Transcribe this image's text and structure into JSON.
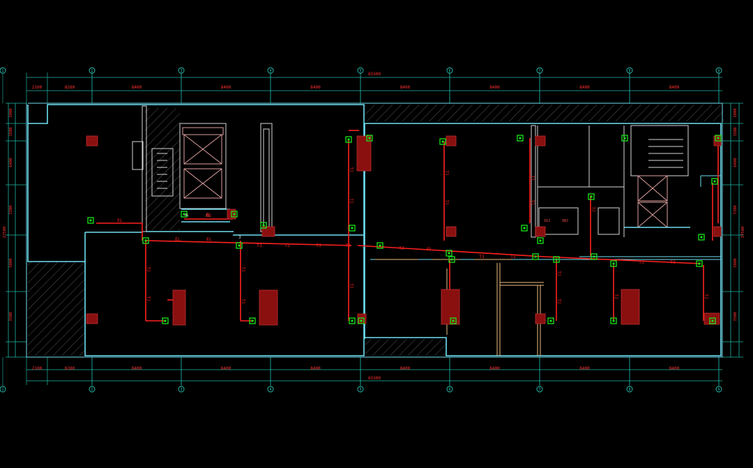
{
  "colors": {
    "background": "#000000",
    "dimension_line": "#1fb8a8",
    "dimension_text": "#ff3333",
    "axis_bubble": "#27c8b8",
    "wall": "#6fe0f2",
    "interior_wall": "#d8d8d8",
    "hatch": "#7a7a7a",
    "elevator": "#e0a0a0",
    "pipe": "#ff2020",
    "device_green": "#19e619",
    "equipment_red": "#8a1010",
    "doors": "#f0c080"
  },
  "drawing": {
    "axis_labels": [
      "1",
      "2",
      "3",
      "4",
      "5",
      "6",
      "7",
      "8",
      "9"
    ],
    "top_dims": [
      "2100",
      "8280",
      "8400",
      "8400",
      "8400",
      "8400",
      "8400",
      "8400",
      "8400"
    ],
    "bottom_dims": [
      "2100",
      "8280",
      "8400",
      "8400",
      "8400",
      "8400",
      "8400",
      "8400",
      "8400"
    ],
    "total_top": "65500",
    "total_bottom": "65500",
    "left_dims": [
      "3900",
      "1500",
      "6400",
      "7200",
      "5800",
      "3500"
    ],
    "right_dims": [
      "2800",
      "1500",
      "6400",
      "7200",
      "5800",
      "3500"
    ],
    "left_total": "27500",
    "right_total": "27500",
    "pipe_label": "TJ",
    "pipe_label_alt": "EL",
    "tiny_labels": [
      "SSJ",
      "SBJ",
      "AL",
      "3",
      "EL"
    ]
  }
}
